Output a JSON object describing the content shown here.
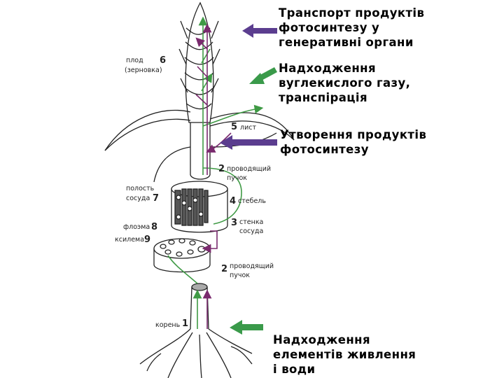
{
  "captions": {
    "transport": "Транспорт продуктів\nфотосинтезу у\nгенеративні органи",
    "co2": "Надходження\nвуглекислого газу,\nтранспірація",
    "formation": "Утворення продуктів\nфотосинтезу",
    "nutrients": "Надходження\nелементів живлення\nі води"
  },
  "figure_labels": {
    "fruit": "плод",
    "fruit_num": "6",
    "grain": "(зерновка)",
    "leaf": "лист",
    "leaf_num": "5",
    "bundle_top": "проводящий",
    "bundle_top2": "пучок",
    "bundle_top_num": "2",
    "vessel_cavity": "полость",
    "vessel_cavity2": "сосуда",
    "vessel_cavity_num": "7",
    "stem": "стебель",
    "stem_num": "4",
    "vessel_wall": "стенка",
    "vessel_wall2": "сосуда",
    "vessel_wall_num": "3",
    "phloem": "флоэма",
    "phloem_num": "8",
    "xylem": "ксилема",
    "xylem_num": "9",
    "bundle_bottom": "проводящий",
    "bundle_bottom2": "пучок",
    "bundle_bottom_num": "2",
    "root": "корень",
    "root_num": "1"
  },
  "colors": {
    "purple_arrow": "#5b3d8f",
    "green_arrow": "#3a9a4a",
    "purple_flow": "#7a2a6e",
    "green_flow": "#3f9a45",
    "outline": "#222222"
  }
}
